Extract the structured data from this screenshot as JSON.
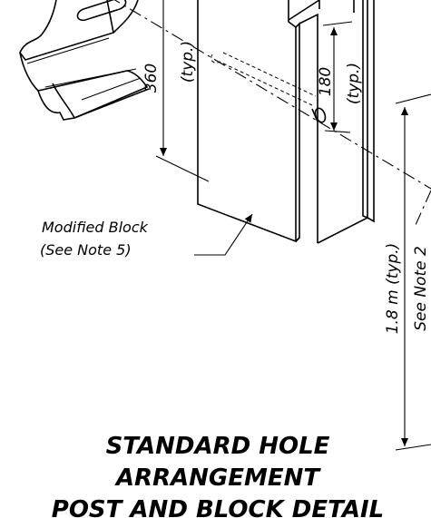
{
  "dimensions": {
    "rail_hole_spacing": "360",
    "rail_hole_spacing_note": "(typ.)",
    "block_hole_spacing": "180",
    "block_hole_spacing_note": "(typ.)",
    "post_spacing": "1.8 m (typ.)",
    "post_spacing_note": "See Note 2"
  },
  "callouts": {
    "modified_block_line1": "Modified Block",
    "modified_block_line2": "(See Note 5)"
  },
  "title": {
    "line1": "STANDARD HOLE",
    "line2": "ARRANGEMENT",
    "line3": "POST AND BLOCK DETAIL"
  }
}
